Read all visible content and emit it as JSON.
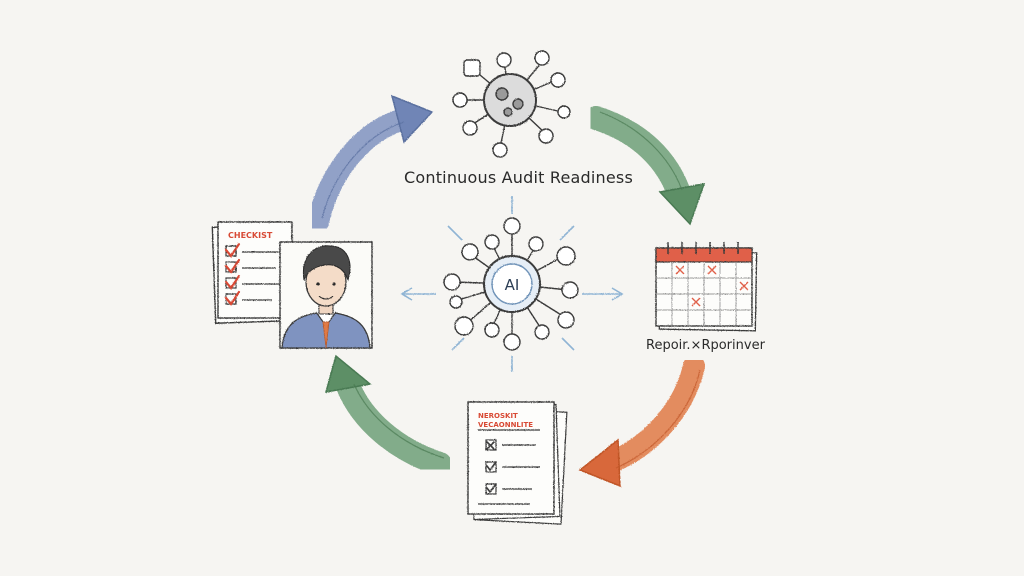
{
  "diagram": {
    "title": "Continuous Audit Readiness",
    "center_label": "AI",
    "checklist_heading": "CHECKIST",
    "report_label": "Repoir.⨯Rporinver",
    "document_heading_1": "NEROSKIT",
    "document_heading_2": "VECAONNLITE"
  },
  "colors": {
    "background": "#f6f5f2",
    "arrow_blue": "#7f93c0",
    "arrow_green": "#6f9f78",
    "arrow_orange": "#e07a45",
    "check_red": "#d84a35",
    "calendar_red": "#e0614a",
    "ink": "#3a3a3a"
  },
  "icons": [
    "network-icon",
    "ai-hub-icon",
    "checklist-icon",
    "person-icon",
    "calendar-icon",
    "report-document-icon"
  ]
}
